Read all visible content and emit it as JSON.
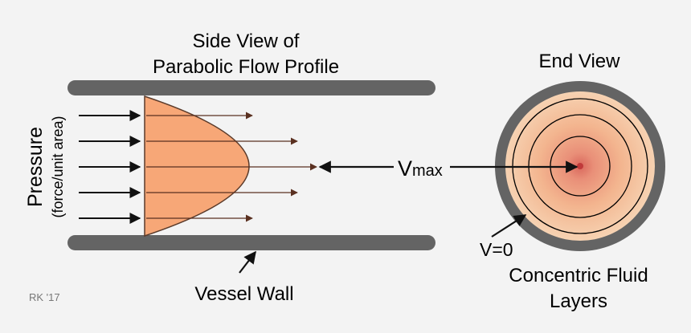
{
  "diagram": {
    "side_view_title_line1": "Side View of",
    "side_view_title_line2": "Parabolic Flow Profile",
    "end_view_title": "End View",
    "pressure_label": "Pressure",
    "pressure_sublabel": "(force/unit area)",
    "vmax_label_main": "V",
    "vmax_label_sub": "max",
    "v_zero_label": "V=0",
    "vessel_wall_label": "Vessel Wall",
    "concentric_line1": "Concentric Fluid",
    "concentric_line2": "Layers",
    "credit": "RK '17"
  },
  "colors": {
    "vessel_wall": "#646464",
    "flow_fill": "#f7a777",
    "arrow": "#111111",
    "end_view_ring": "#646464",
    "end_view_outer_fluid": "#f5c9a2",
    "end_view_center": "#e0786a"
  }
}
